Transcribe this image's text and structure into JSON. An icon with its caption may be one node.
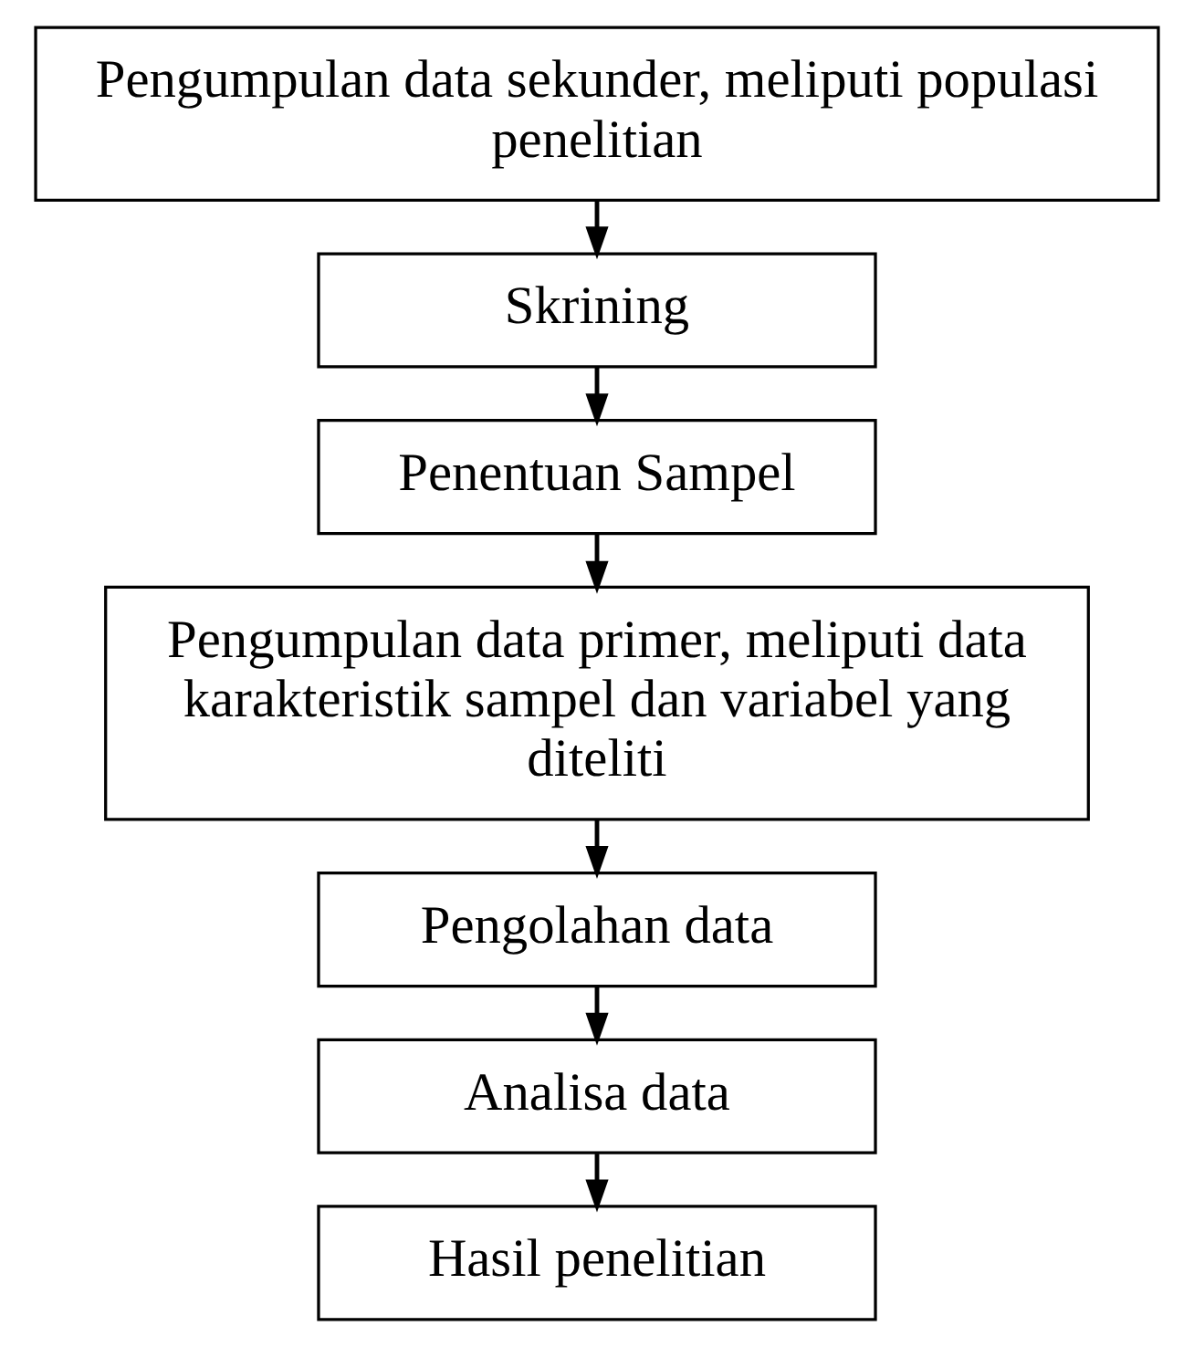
{
  "diagram": {
    "nodes": [
      {
        "text": [
          "Pengumpulan data sekunder, meliputi populasi penelitian"
        ]
      },
      {
        "text": [
          "Skrining"
        ]
      },
      {
        "text": [
          "Penentuan Sampel"
        ]
      },
      {
        "text": [
          "Pengumpulan data primer, meliputi data karakteristik sampel dan variabel yang diteliti"
        ]
      },
      {
        "text": [
          "Pengolahan data"
        ]
      },
      {
        "text": [
          "Analisa data"
        ]
      },
      {
        "text": [
          "Hasil penelitian"
        ]
      }
    ],
    "edges": [
      {
        "from": 0,
        "to": 1,
        "arrow": "to"
      },
      {
        "from": 1,
        "to": 2,
        "arrow": "to"
      },
      {
        "from": 2,
        "to": 3,
        "arrow": "to"
      },
      {
        "from": 3,
        "to": 4,
        "arrow": "to"
      },
      {
        "from": 4,
        "to": 5,
        "arrow": "to"
      },
      {
        "from": 5,
        "to": 6,
        "arrow": "to"
      }
    ]
  }
}
